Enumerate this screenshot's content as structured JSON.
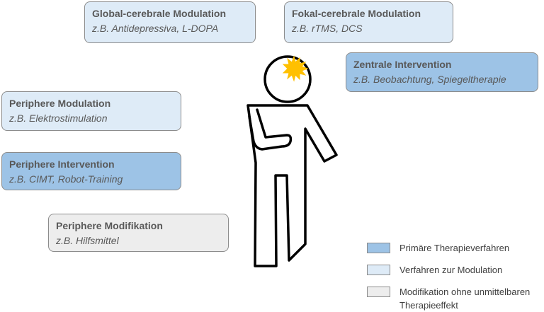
{
  "boxes": {
    "global": {
      "title": "Global-cerebrale  Modulation",
      "subtitle": "z.B.  Antidepressiva,  L-DOPA"
    },
    "fokal": {
      "title": "Fokal-cerebrale  Modulation",
      "subtitle": "z.B.  rTMS,  DCS"
    },
    "zentral": {
      "title": "Zentrale  Intervention",
      "subtitle": "z.B.  Beobachtung,  Spiegeltherapie"
    },
    "peripheral_modulation": {
      "title": "Periphere  Modulation",
      "subtitle": "z.B.  Elektrostimulation"
    },
    "peripheral_intervention": {
      "title": "Periphere  Intervention",
      "subtitle": "z.B.  CIMT,  Robot-Training"
    },
    "peripheral_modification": {
      "title": "Periphere  Modifikation",
      "subtitle": "z.B.  Hilfsmittel"
    }
  },
  "legend": {
    "primary": "Primäre  Therapieverfahren",
    "modulation": "Verfahren  zur  Modulation",
    "modification": "Modifikation  ohne  unmittelbaren  Therapieeffekt"
  },
  "colors": {
    "primary": "#9dc3e6",
    "modulation": "#deebf7",
    "modification": "#ededed",
    "lesion": "#ffc000"
  },
  "icons": {
    "figure": "person-outline-icon",
    "lesion": "starburst-icon"
  }
}
